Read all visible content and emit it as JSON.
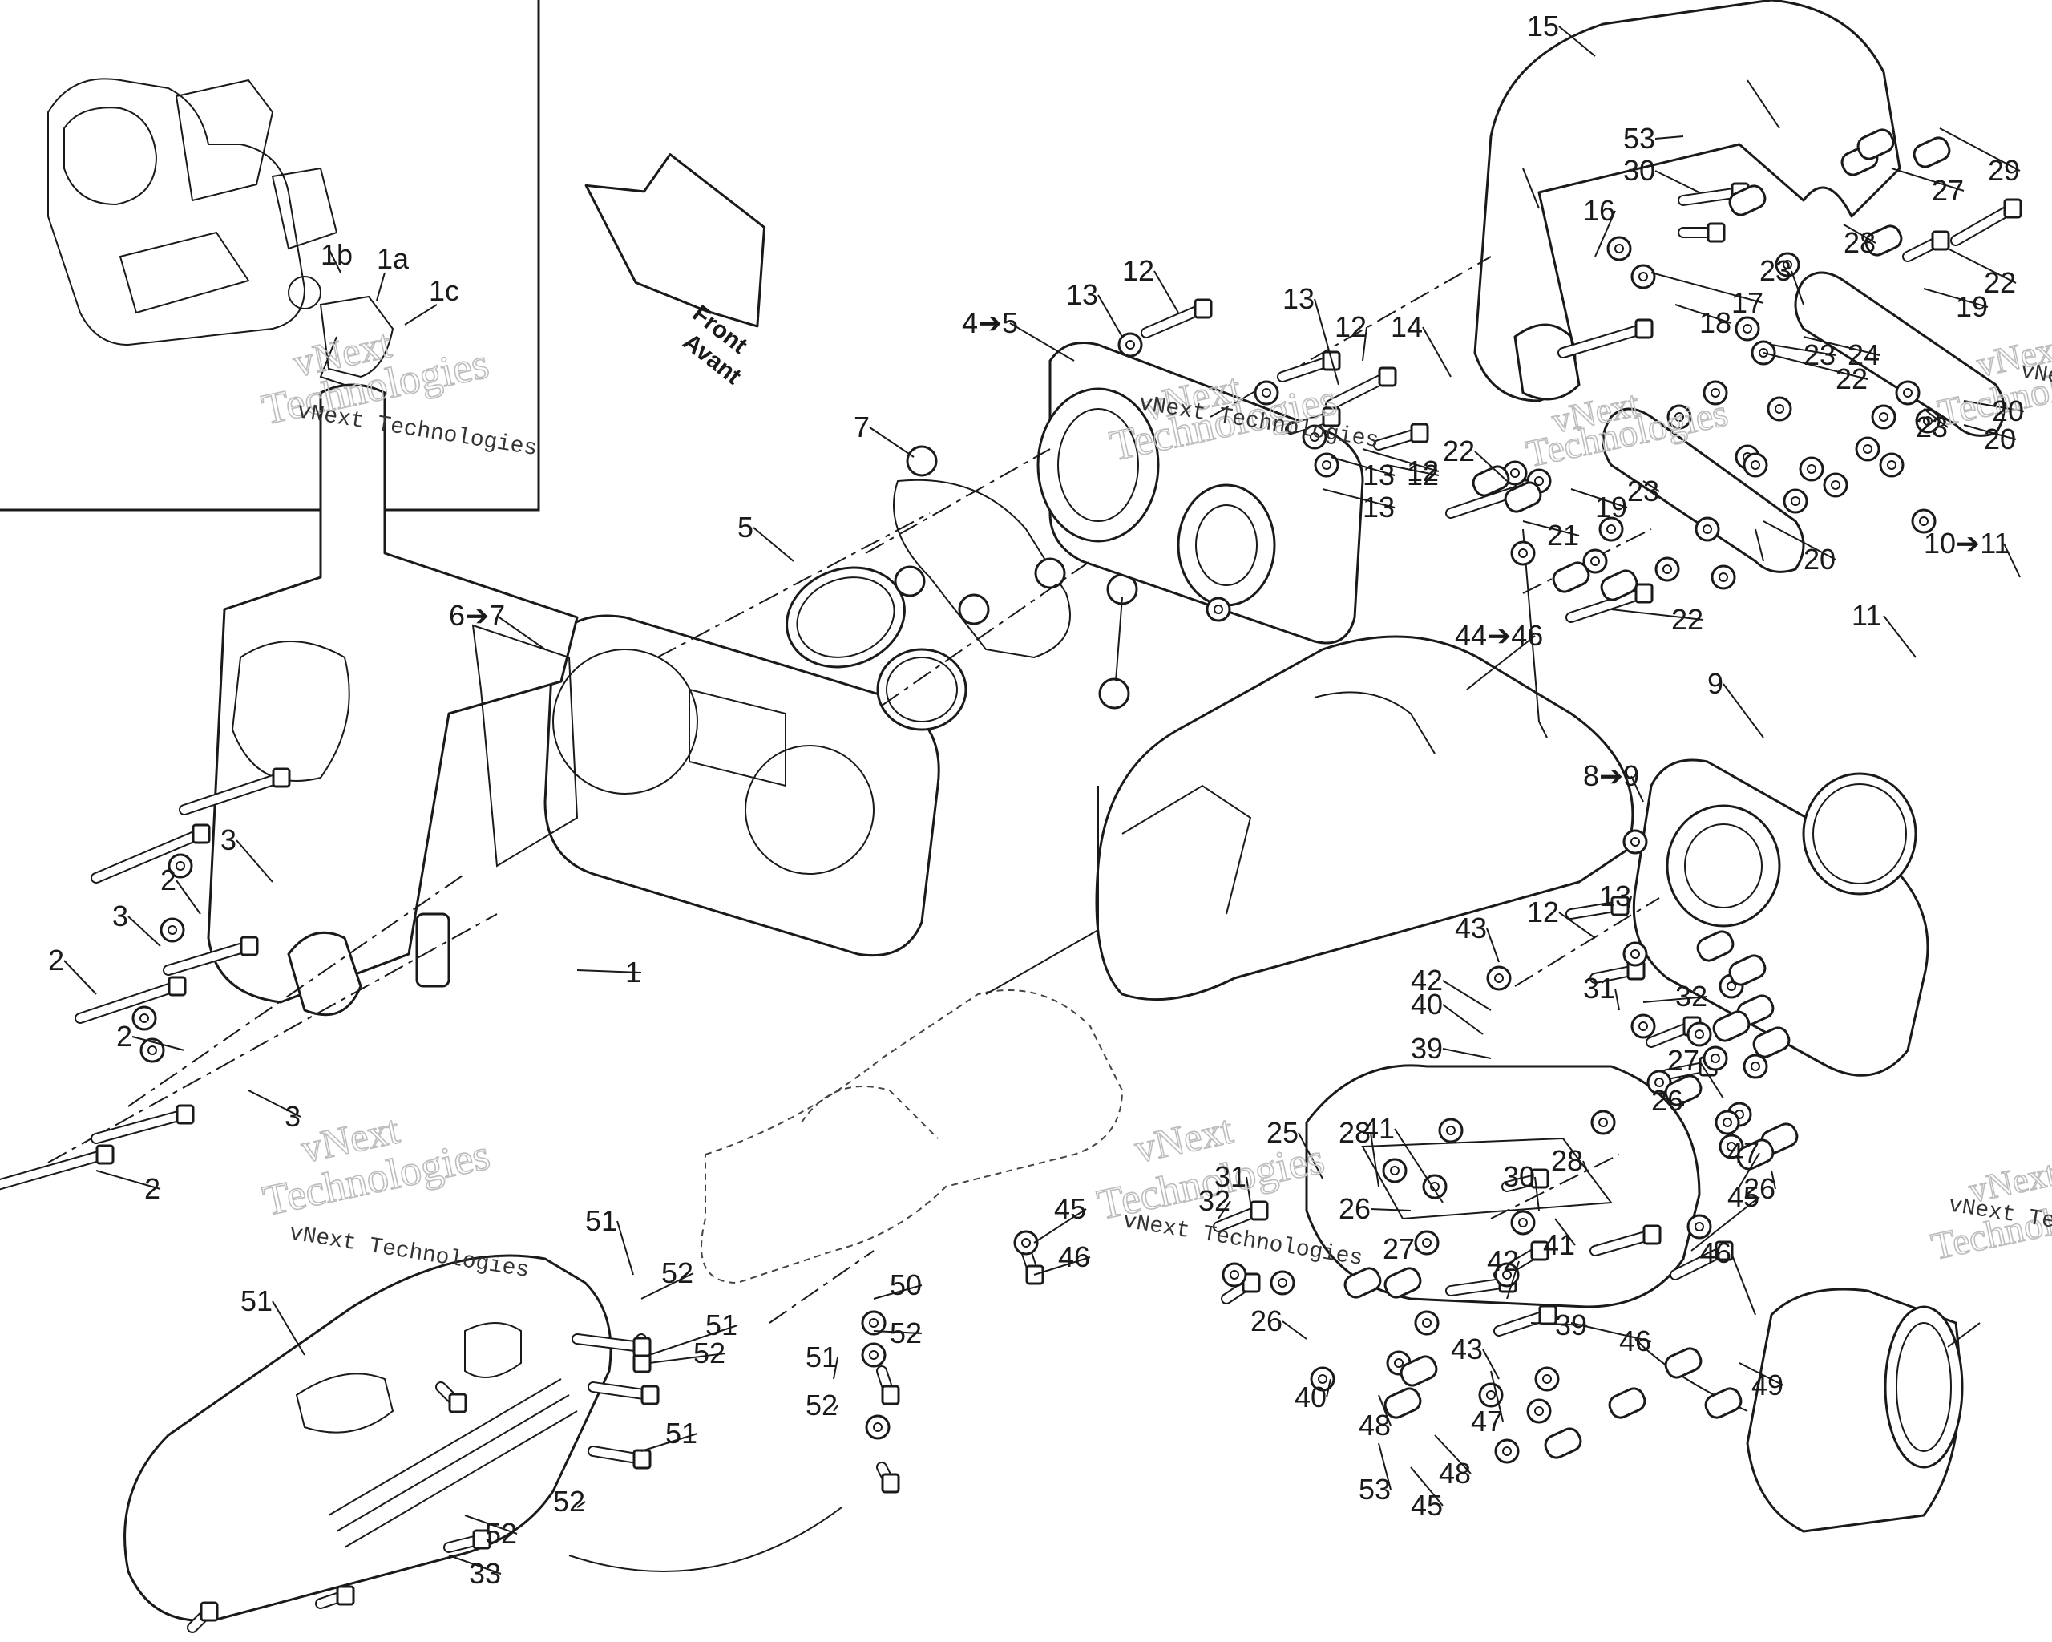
{
  "inset_labels": [
    "1b",
    "1a",
    "1c"
  ],
  "front_arrow": {
    "line1": "Front",
    "line2": "Avant"
  },
  "watermark": {
    "line1": "vNext",
    "line2": "Technologies",
    "small": "vNext Technologies"
  },
  "callouts": [
    "15",
    "53",
    "30",
    "16",
    "29",
    "27",
    "28",
    "17",
    "18",
    "23",
    "22",
    "19",
    "24",
    "22",
    "23",
    "20",
    "23",
    "20",
    "12",
    "13",
    "4➔5",
    "13",
    "12",
    "14",
    "13",
    "12",
    "13",
    "12",
    "7",
    "5",
    "22",
    "21",
    "19",
    "23",
    "20",
    "22",
    "6➔7",
    "44➔46",
    "10➔11",
    "11",
    "9",
    "8➔9",
    "12",
    "13",
    "3",
    "2",
    "3",
    "2",
    "1",
    "2",
    "3",
    "2",
    "43",
    "42",
    "40",
    "39",
    "31",
    "32",
    "27",
    "26",
    "47",
    "26",
    "25",
    "28",
    "41",
    "28",
    "30",
    "26",
    "41",
    "31",
    "32",
    "27",
    "26",
    "40",
    "42",
    "39",
    "43",
    "47",
    "48",
    "49",
    "48",
    "53",
    "45",
    "46",
    "45",
    "46",
    "45",
    "46",
    "50",
    "52",
    "51",
    "52",
    "51",
    "51",
    "52",
    "51",
    "52",
    "51",
    "52",
    "52",
    "33"
  ]
}
